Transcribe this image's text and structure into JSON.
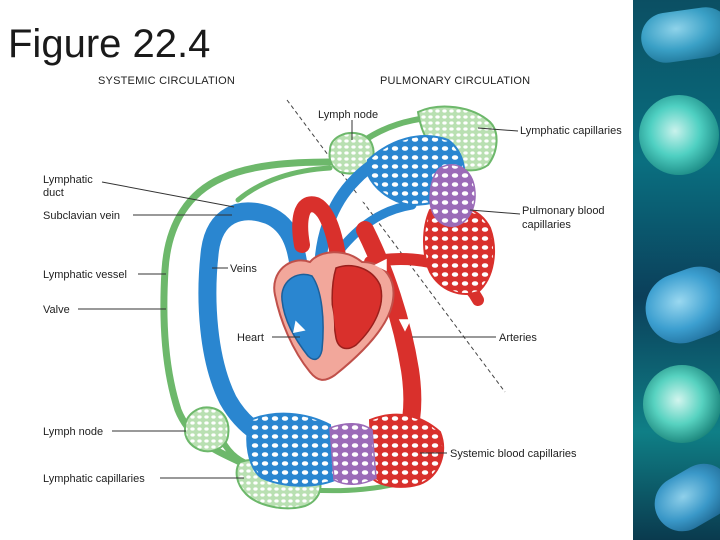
{
  "slide": {
    "title": "Figure 22.4"
  },
  "diagram": {
    "headers": {
      "systemic": "SYSTEMIC CIRCULATION",
      "pulmonary": "PULMONARY CIRCULATION"
    },
    "labels": {
      "lymph_node_top": "Lymph node",
      "lymphatic_capillaries_top": "Lymphatic capillaries",
      "lymphatic_duct_line1": "Lymphatic",
      "lymphatic_duct_line2": "duct",
      "subclavian_vein": "Subclavian vein",
      "pulmonary_capillaries_line1": "Pulmonary blood",
      "pulmonary_capillaries_line2": "capillaries",
      "lymphatic_vessel": "Lymphatic vessel",
      "veins": "Veins",
      "valve": "Valve",
      "heart": "Heart",
      "arteries": "Arteries",
      "lymph_node_bottom": "Lymph node",
      "systemic_capillaries": "Systemic blood capillaries",
      "lymphatic_capillaries_bottom": "Lymphatic capillaries"
    },
    "colors": {
      "vein": "#2a86d0",
      "artery": "#d9302c",
      "lymph": "#6db86b",
      "capillary_mix": "#9b6bb8",
      "heart_chamber": "#f2a79b",
      "leader": "#333333"
    }
  },
  "side_panel": {
    "icon": "bacteria-image-strip"
  }
}
